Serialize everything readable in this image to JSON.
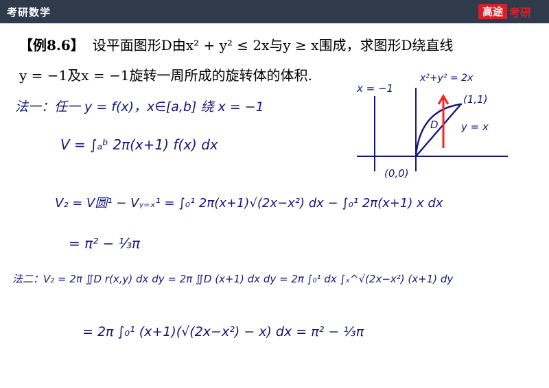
{
  "header": {
    "title": "考研数学",
    "brand_box": "高途",
    "brand_text": "考研"
  },
  "problem": {
    "label": "【例8.6】",
    "line1": "设平面图形D由x² + y² ≤ 2x与y ≥ x围成，求图形D绕直线",
    "line2": "y = −1及x = −1旋转一周所成的旋转体的体积."
  },
  "notes": {
    "method1_intro": "法一：任一 y = f(x)，x∈[a,b] 绕 x = −1",
    "formula_v": "V = ∫ₐᵇ 2π(x+1) f(x) dx",
    "v2_line": "V₂ = V圆¹ − Vᵧ₌ₓ¹ = ∫₀¹ 2π(x+1)√(2x−x²) dx − ∫₀¹ 2π(x+1) x dx",
    "result1": "= π² − ⅓π",
    "method2_line": "法二：V₂ = 2π ∬D r(x,y) dx dy = 2π ∬D (x+1) dx dy = 2π ∫₀¹ dx ∫ₓ^√(2x−x²) (x+1) dy",
    "method2_cont": "= 2π ∫₀¹ (x+1)(√(2x−x²) − x) dx = π² − ⅓π"
  },
  "diagram": {
    "label_line": "x = −1",
    "label_circle": "x²+y² = 2x",
    "label_point": "(1,1)",
    "label_line2": "y = x",
    "label_origin": "(0,0)",
    "label_d": "D"
  },
  "colors": {
    "header_bg": "#2f3b4b",
    "brand_red": "#d8202a",
    "ink_blue": "#15167a",
    "arrow_red": "#ff2020"
  }
}
